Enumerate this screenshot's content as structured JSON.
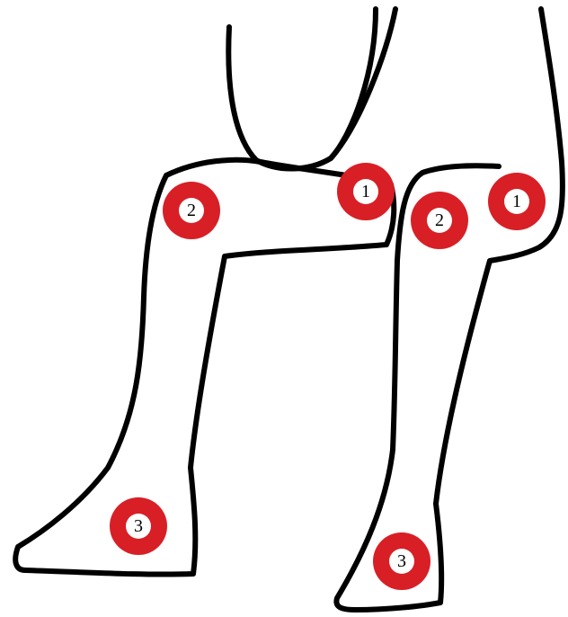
{
  "colors": {
    "outline": "#000000",
    "marker_ring": "#d81f26",
    "marker_center": "#ffffff",
    "background": "#ffffff"
  },
  "markers": [
    {
      "label": "1",
      "limb": "front-thigh"
    },
    {
      "label": "2",
      "limb": "front-knee"
    },
    {
      "label": "3",
      "limb": "front-ankle"
    },
    {
      "label": "1",
      "limb": "back-thigh"
    },
    {
      "label": "2",
      "limb": "back-knee"
    },
    {
      "label": "3",
      "limb": "back-ankle"
    }
  ]
}
